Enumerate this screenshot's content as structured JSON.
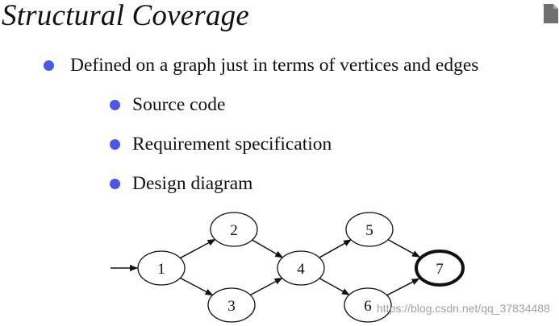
{
  "slide": {
    "title": "Structural Coverage",
    "bullets": [
      {
        "text": "Defined on a graph just in terms of vertices and edges"
      },
      {
        "text": "Source code"
      },
      {
        "text": "Requirement specification"
      },
      {
        "text": "Design diagram"
      }
    ],
    "bullet_color": "#4a58e8",
    "corner_icon": "document-icon"
  },
  "graph": {
    "nodes": [
      {
        "id": "1",
        "label": "1",
        "kind": "initial"
      },
      {
        "id": "2",
        "label": "2",
        "kind": "normal"
      },
      {
        "id": "3",
        "label": "3",
        "kind": "normal"
      },
      {
        "id": "4",
        "label": "4",
        "kind": "normal"
      },
      {
        "id": "5",
        "label": "5",
        "kind": "normal"
      },
      {
        "id": "6",
        "label": "6",
        "kind": "normal"
      },
      {
        "id": "7",
        "label": "7",
        "kind": "final"
      }
    ],
    "edges": [
      [
        "1",
        "2"
      ],
      [
        "1",
        "3"
      ],
      [
        "2",
        "4"
      ],
      [
        "3",
        "4"
      ],
      [
        "4",
        "5"
      ],
      [
        "4",
        "6"
      ],
      [
        "5",
        "7"
      ],
      [
        "6",
        "7"
      ]
    ]
  },
  "watermark": "https://blog.csdn.net/qq_37834488"
}
